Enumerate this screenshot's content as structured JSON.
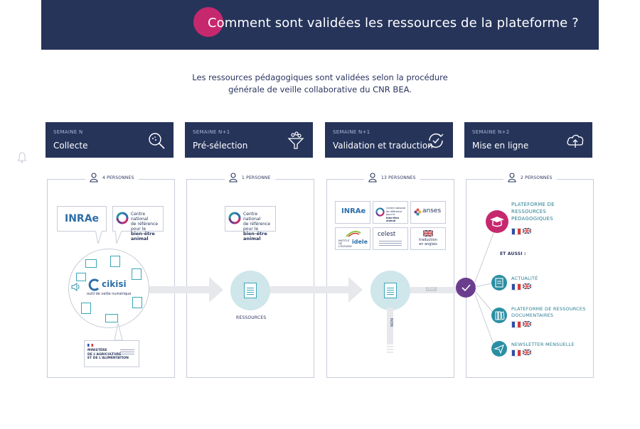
{
  "header": {
    "title": "Comment sont validées les ressources de la plateforme ?"
  },
  "intro": {
    "line1": "Les ressources pédagogiques sont validées selon la procédure",
    "line2": "générale de veille collaborative du CNR BEA."
  },
  "steps": [
    {
      "week": "SEMAINE N",
      "label": "Collecte",
      "icon": "search-icon",
      "people": "4 PERSONNES"
    },
    {
      "week": "SEMAINE N+1",
      "label": "Pré-sélection",
      "icon": "funnel-icon",
      "people": "1 PERSONNE"
    },
    {
      "week": "SEMAINE N+1",
      "label": "Validation et traduction",
      "icon": "refresh-check-icon",
      "people": "13 PERSONNES"
    },
    {
      "week": "SEMAINE N+2",
      "label": "Mise en ligne",
      "icon": "cloud-upload-icon",
      "people": "2 PERSONNES"
    }
  ],
  "logos": {
    "inrae": "INRAe",
    "cnr_line1": "Centre national",
    "cnr_line2": "de référence pour le",
    "cnr_line3": "bien-être animal",
    "cikisi": "cikisi",
    "cikisi_sub": "outil de veille numérique",
    "ministere_line1": "MINISTÈRE",
    "ministere_line2": "DE L'AGRICULTURE",
    "ministere_line3": "ET DE L'ALIMENTATION",
    "anses": "anses",
    "idele": "idele",
    "idele_sub": "INSTITUT DE L'ÉLEVAGE",
    "celest": "celest",
    "traduction_line1": "traduction",
    "traduction_line2": "en anglais"
  },
  "flow": {
    "ressources": "RESSOURCES",
    "oui": "OUI",
    "non": "NON"
  },
  "outputs": {
    "platform_line1": "PLATEFORME DE",
    "platform_line2": "RESSOURCES",
    "platform_line3": "PÉDAGOGIQUES",
    "et_aussi": "ET AUSSI :",
    "actualite": "ACTUALITÉ",
    "docs_line1": "PLATEFORME DE RESSOURCES",
    "docs_line2": "DOCUMENTAIRES",
    "newsletter": "NEWSLETTER MENSUELLE"
  },
  "colors": {
    "navy": "#26345a",
    "magenta": "#c6286e",
    "teal": "#2b8fa3",
    "purple": "#6b3d8f",
    "light_teal": "#cfe6ea"
  }
}
